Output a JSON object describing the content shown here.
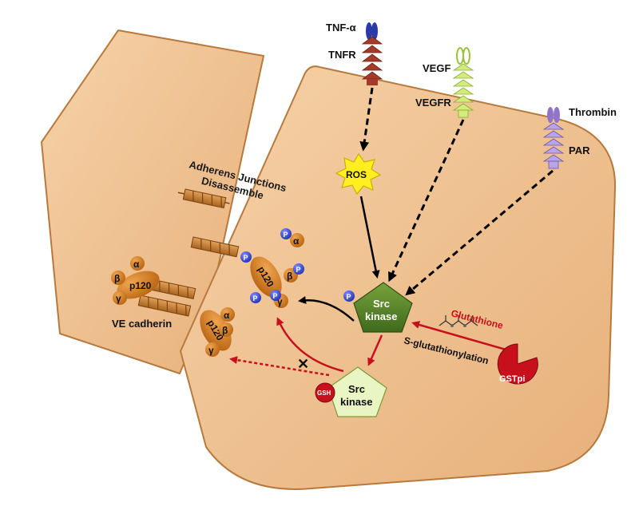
{
  "diagram": {
    "labels": {
      "tnf_alpha": "TNF-α",
      "tnfr": "TNFR",
      "vegf": "VEGF",
      "vegfr": "VEGFR",
      "thrombin": "Thrombin",
      "par": "PAR",
      "ros": "ROS",
      "aj_line1": "Adherens Junctions",
      "aj_line2": "Disassemble",
      "ve_cadherin": "VE cadherin",
      "p120": "p120",
      "alpha": "α",
      "beta": "β",
      "gamma": "γ",
      "phospho": "P",
      "src1": "Src",
      "kinase1": "kinase",
      "src2": "Src",
      "kinase2": "kinase",
      "glutathione": "Glutathione",
      "s_glut": "S-glutathionylation",
      "gsh": "GSH",
      "gstpi": "GSTpi",
      "block_mark": "✕"
    },
    "colors": {
      "cell_fill": "#edbd8e",
      "cell_stroke": "#b77a3e",
      "protein": "#d27a1e",
      "tnfr": "#a63a2a",
      "vegfr": "#b4d44a",
      "par": "#8f74c8",
      "ros": "#ffee22",
      "src_active": "#5f8a2e",
      "src_inactive": "#eaf5c4",
      "phospho": "#2d3fd0",
      "glut_red": "#c8101c"
    }
  }
}
